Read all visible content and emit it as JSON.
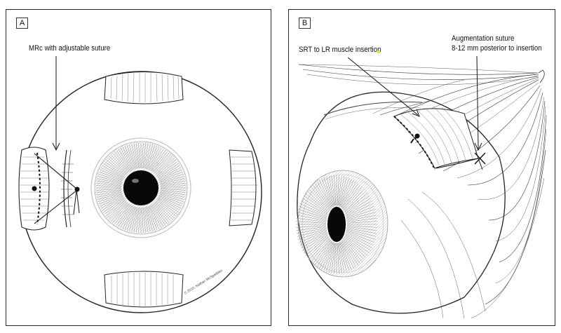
{
  "panel_a": {
    "letter": "A",
    "label_mrc": "MRc with adjustable suture",
    "copyright": "© 2010, Nathan McSpadden"
  },
  "panel_b": {
    "letter": "B",
    "label_srt": "SRT to LR muscle insertion",
    "label_augmentation_line1": "Augmentation suture",
    "label_augmentation_line2": "8-12 mm posterior to insertion"
  }
}
